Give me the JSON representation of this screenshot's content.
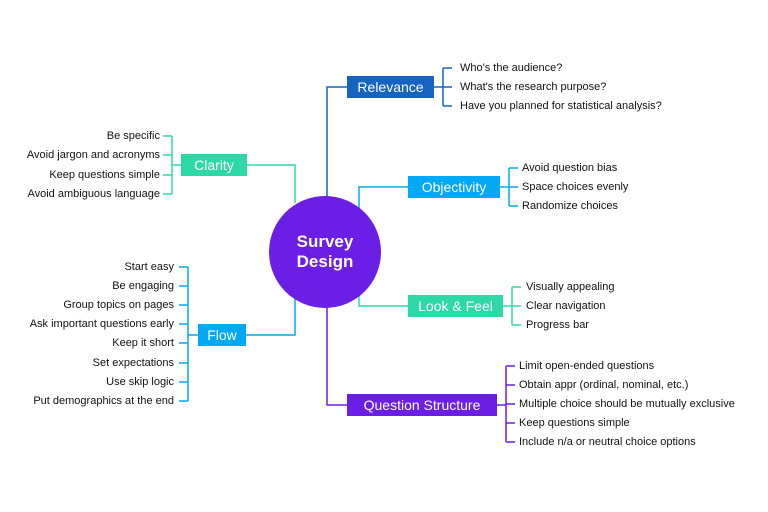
{
  "center": {
    "label": "Survey\nDesign",
    "color": "#6a1ee6"
  },
  "colors": {
    "relevance": "#1565c0",
    "objectivity": "#03a9f4",
    "look": "#2ed9a8",
    "question": "#6a1ee6",
    "clarity": "#2ed9a8",
    "flow": "#03a9f4"
  },
  "branches": {
    "relevance": {
      "label": "Relevance",
      "items": [
        "Who's the audience?",
        "What's the research purpose?",
        "Have you planned for statistical analysis?"
      ]
    },
    "objectivity": {
      "label": "Objectivity",
      "items": [
        "Avoid question bias",
        "Space choices evenly",
        "Randomize choices"
      ]
    },
    "look": {
      "label": "Look & Feel",
      "items": [
        "Visually appealing",
        "Clear navigation",
        "Progress bar"
      ]
    },
    "question": {
      "label": "Question Structure",
      "items": [
        "Limit open-ended questions",
        "Obtain appr (ordinal, nominal, etc.)",
        "Multiple choice should be mutually exclusive",
        "Keep questions simple",
        "Include n/a or neutral choice options"
      ]
    },
    "clarity": {
      "label": "Clarity",
      "items": [
        "Be specific",
        "Avoid jargon and acronyms",
        "Keep questions simple",
        "Avoid ambiguous language"
      ]
    },
    "flow": {
      "label": "Flow",
      "items": [
        "Start easy",
        "Be engaging",
        "Group topics on pages",
        "Ask important questions early",
        "Keep it short",
        "Set expectations",
        "Use skip logic",
        "Put demographics at the end"
      ]
    }
  }
}
